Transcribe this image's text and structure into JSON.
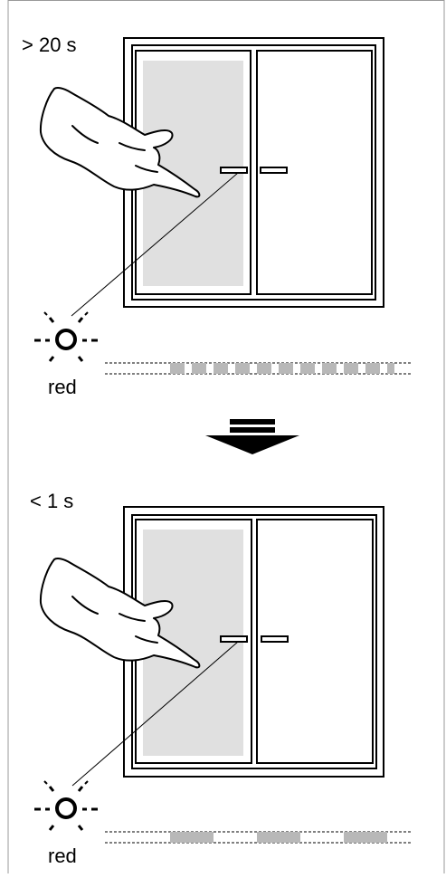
{
  "steps": [
    {
      "time_label": "> 20 s",
      "led_label": "red",
      "led_pattern": "fast-blink"
    },
    {
      "time_label": "< 1 s",
      "led_label": "red",
      "led_pattern": "slow-blink"
    }
  ],
  "colors": {
    "line": "#000000",
    "panel_fill": "#e0e0e0",
    "led_segment": "#b8b8b8",
    "frame_border": "#9a9a9a"
  },
  "icons": {
    "hand": "hand-pointing-icon",
    "led": "led-indicator-icon",
    "arrow": "down-arrow-icon"
  }
}
